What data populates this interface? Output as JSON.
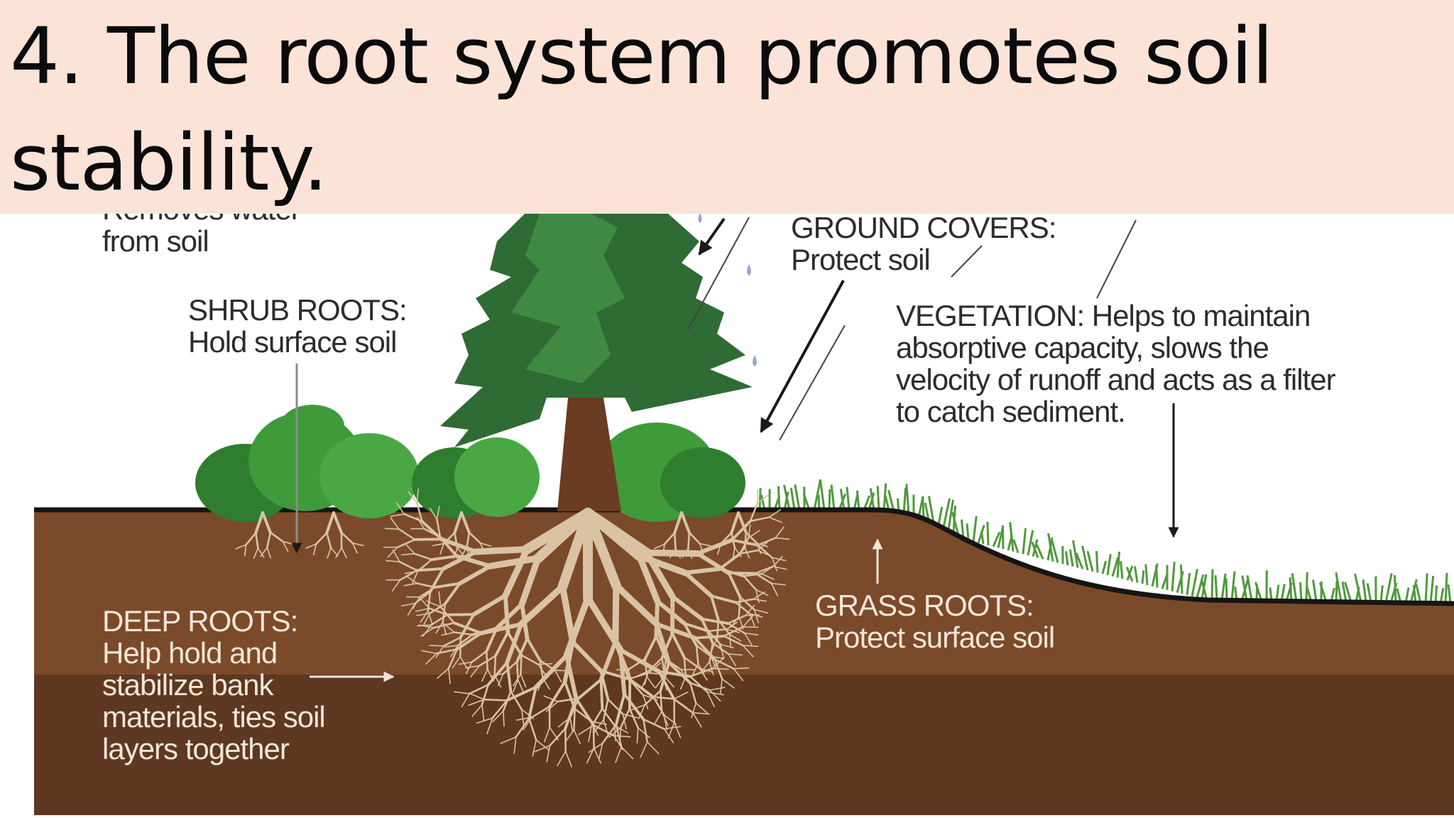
{
  "slide": {
    "title": "4. The root system promotes soil stability.",
    "title_lines": [
      "4. The root system promotes soil",
      "stability."
    ]
  },
  "labels": {
    "tree": [
      "Removes water",
      "from soil"
    ],
    "shrub_roots": [
      "SHRUB ROOTS:",
      "Hold surface soil"
    ],
    "ground_covers": [
      "GROUND COVERS:",
      "Protect soil"
    ],
    "vegetation": [
      "VEGETATION: Helps to maintain",
      "absorptive capacity, slows the",
      "velocity of runoff and acts as a filter",
      "to catch sediment."
    ],
    "deep_roots": [
      "DEEP ROOTS:",
      "Help hold and",
      "stabilize bank",
      "materials, ties soil",
      "layers together"
    ],
    "grass_roots": [
      "GRASS ROOTS:",
      "Protect surface soil"
    ]
  },
  "colors": {
    "title_background": "#fbe3d8",
    "topsoil": "#7b4a2b",
    "subsoil": "#5e3820",
    "roots": "#d9c3a4",
    "tree_dark": "#2f6b34",
    "tree_mid": "#3f8a42",
    "trunk": "#6b3b22",
    "shrub": "#3f9a3a",
    "grass": "#4f9a3a",
    "ground_line": "#151515"
  }
}
